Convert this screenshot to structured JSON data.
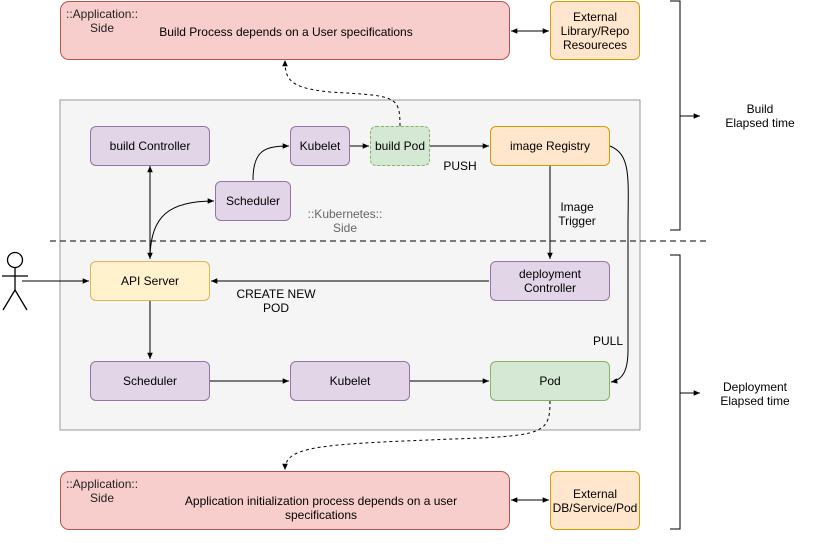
{
  "build_app": {
    "tag": "::Application::\nSide",
    "description": "Build Process depends on a User specifications"
  },
  "external_library": {
    "label": "External\nLibrary/Repo\nResoureces"
  },
  "k8s": {
    "label": "::Kubernetes::\nSide"
  },
  "nodes": {
    "build_controller": "build Controller",
    "kubelet_top": "Kubelet",
    "build_pod": "build Pod",
    "image_registry": "image Registry",
    "scheduler_top": "Scheduler",
    "api_server": "API Server",
    "deployment_controller": "deployment\nController",
    "scheduler_bottom": "Scheduler",
    "kubelet_bottom": "Kubelet",
    "pod": "Pod"
  },
  "edge_labels": {
    "push": "PUSH",
    "image_trigger": "Image\nTrigger",
    "create_new_pod": "CREATE NEW\nPOD",
    "pull": "PULL"
  },
  "deploy_app": {
    "tag": "::Application::\nSide",
    "description": "Application initialization process depends on a user\nspecifications"
  },
  "external_db": {
    "label": "External\nDB/Service/Pod"
  },
  "brackets": {
    "build": "Build\nElapsed time",
    "deployment": "Deployment\nElapsed time"
  },
  "colors": {
    "purple_fill": "#e1d5e7",
    "purple_stroke": "#9673a6",
    "yellow_fill": "#fff2cc",
    "yellow_stroke": "#d6b656",
    "orange_fill": "#ffe6cc",
    "orange_stroke": "#d79b00",
    "green_fill": "#d5e8d4",
    "green_stroke": "#82b366",
    "red_fill": "#f8cecc",
    "red_stroke": "#b85450",
    "k8s_fill": "#f5f5f5",
    "k8s_stroke": "#999999"
  }
}
